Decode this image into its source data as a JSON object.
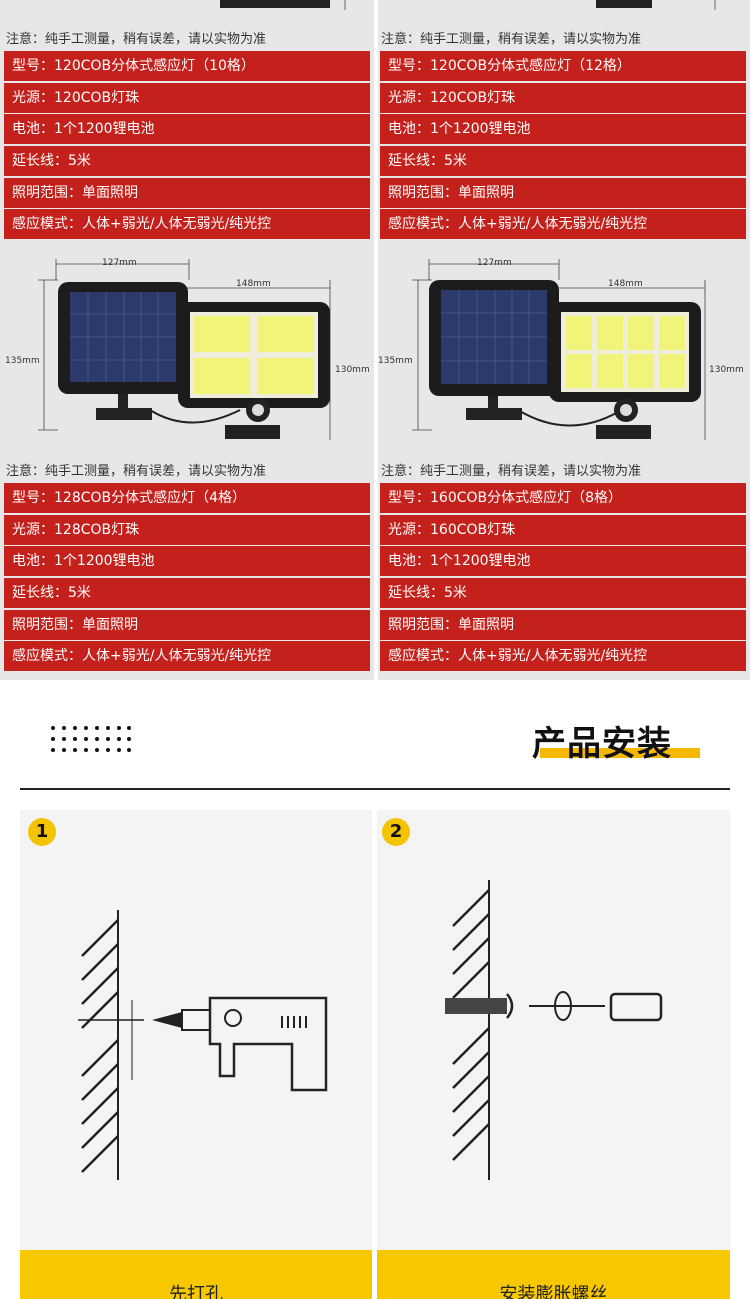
{
  "note_text": "注意：纯手工测量，稍有误差，请以实物为准",
  "products": [
    {
      "specs": [
        "型号：120COB分体式感应灯（10格）",
        "光源：120COB灯珠",
        "电池：1个1200锂电池",
        "延长线：5米",
        "照明范围：单面照明",
        "感应模式：人体+弱光/人体无弱光/纯光控"
      ]
    },
    {
      "specs": [
        "型号：120COB分体式感应灯（12格）",
        "光源：120COB灯珠",
        "电池：1个1200锂电池",
        "延长线：5米",
        "照明范围：单面照明",
        "感应模式：人体+弱光/人体无弱光/纯光控"
      ]
    },
    {
      "dims": {
        "width_panel": "127mm",
        "width_lamp": "148mm",
        "height_panel": "135mm",
        "height_lamp": "130mm"
      },
      "specs": [
        "型号：128COB分体式感应灯（4格）",
        "光源：128COB灯珠",
        "电池：1个1200锂电池",
        "延长线：5米",
        "照明范围：单面照明",
        "感应模式：人体+弱光/人体无弱光/纯光控"
      ]
    },
    {
      "dims": {
        "width_panel": "127mm",
        "width_lamp": "148mm",
        "height_panel": "135mm",
        "height_lamp": "130mm"
      },
      "specs": [
        "型号：160COB分体式感应灯（8格）",
        "光源：160COB灯珠",
        "电池：1个1200锂电池",
        "延长线：5米",
        "照明范围：单面照明",
        "感应模式：人体+弱光/人体无弱光/纯光控"
      ]
    }
  ],
  "install": {
    "title": "产品安装",
    "steps": [
      {
        "number": "1",
        "caption": "先打孔",
        "icon": "drill-icon"
      },
      {
        "number": "2",
        "caption": "安装膨胀螺丝",
        "icon": "screwdriver-icon"
      }
    ]
  },
  "colors": {
    "spec_row": "#c4211c",
    "accent": "#f5c400",
    "panel_bg": "#e7e7e7"
  }
}
